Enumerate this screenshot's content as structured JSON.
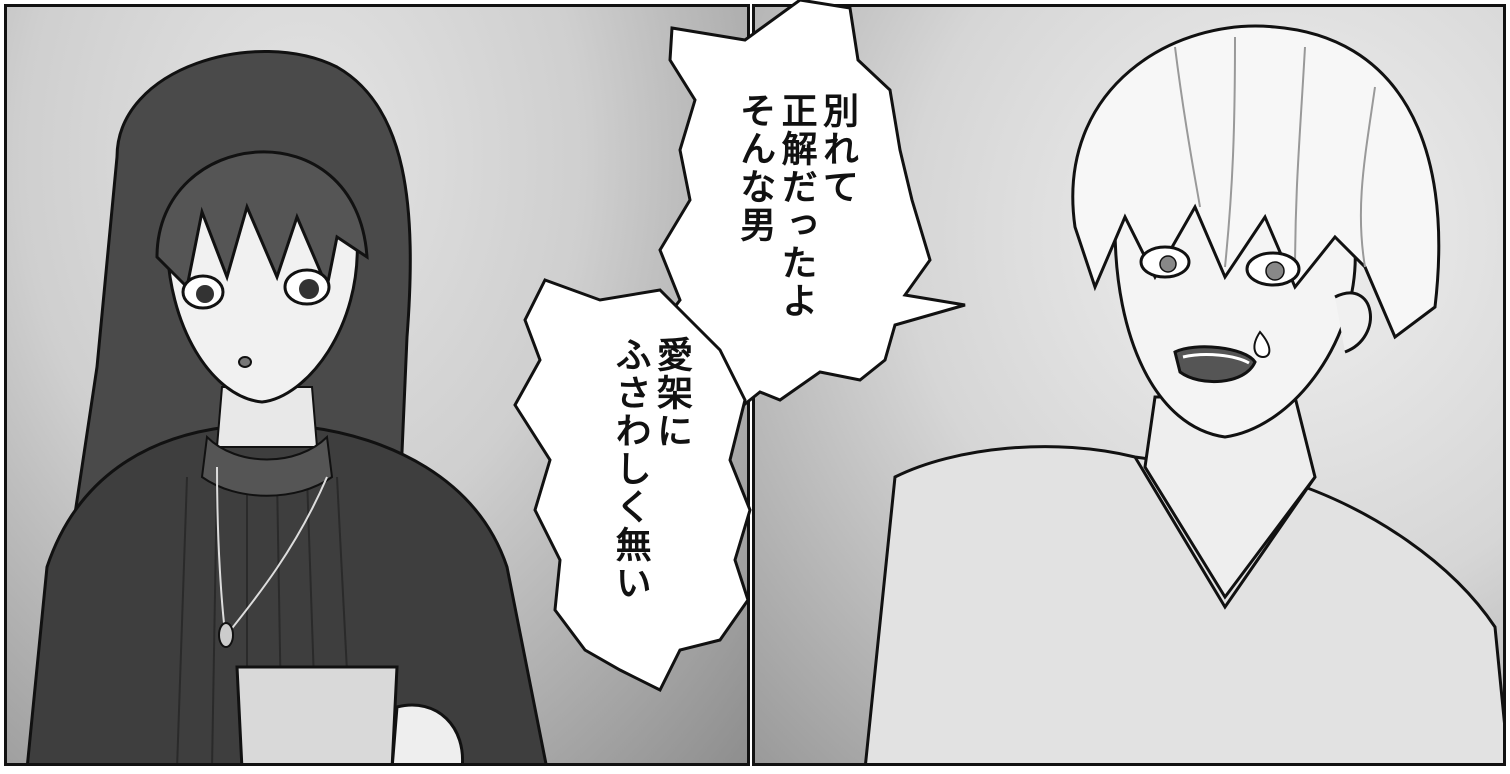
{
  "speech_bubbles": [
    {
      "lines": [
        "別れて",
        "正解だったよ",
        "そんな男"
      ]
    },
    {
      "lines": [
        "愛架に",
        "ふさわしく無い"
      ]
    }
  ],
  "colors": {
    "ink": "#111111",
    "paper": "#ffffff",
    "screentone_light": "#e4e4e4",
    "screentone_dark": "#8e8e8e"
  }
}
